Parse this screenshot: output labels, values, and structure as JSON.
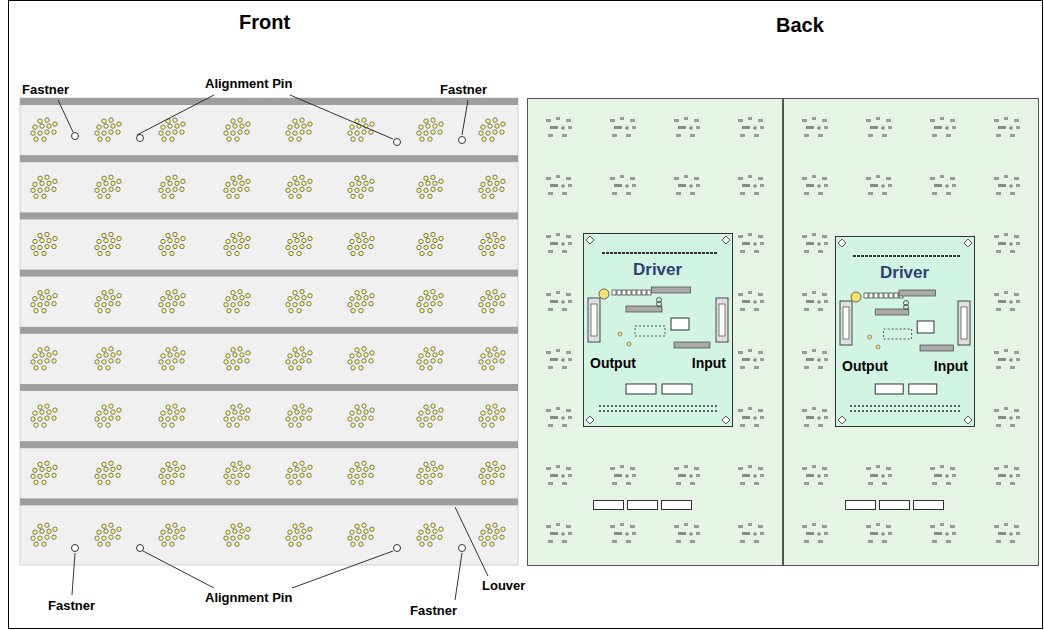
{
  "diagram": {
    "nodes": [
      {
        "text": [
          "Driver",
          "Output",
          "Input"
        ]
      },
      {
        "text": [
          "Driver",
          "Output",
          "Input"
        ]
      }
    ],
    "labels": [
      "Front",
      "Back",
      "Fastner",
      "Alignment Pin",
      "Fastner",
      "Alignment Pin",
      "Louver",
      "Fastner",
      "Fastner"
    ]
  }
}
